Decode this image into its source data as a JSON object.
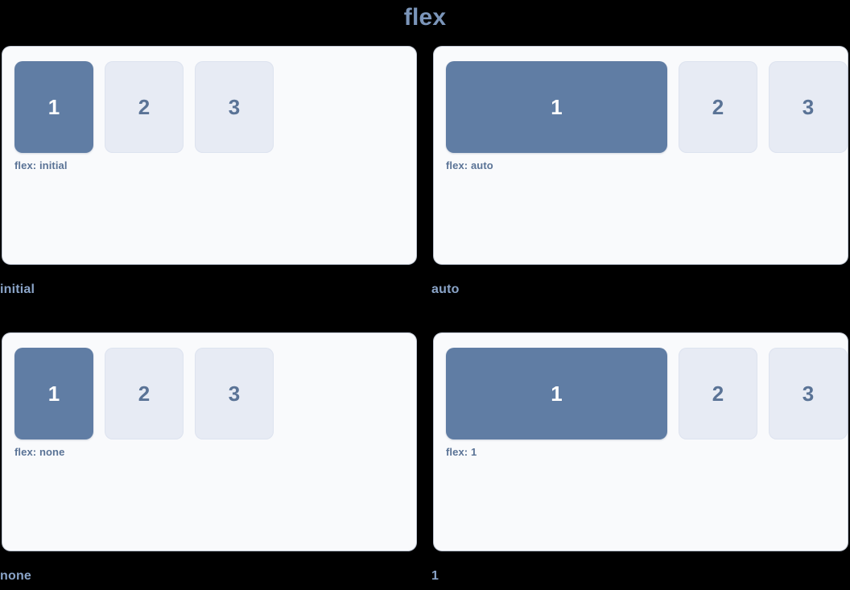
{
  "header": {
    "title": "flex",
    "title_color": "#7b95b9"
  },
  "theme": {
    "page_background": "#000000",
    "panel_background": "#f9fafc",
    "panel_border": "#dde3ef",
    "accent_box_fill": "#607da4",
    "accent_box_text": "#ffffff",
    "plain_box_fill": "#e7ebf4",
    "plain_box_text": "#5a7396",
    "inner_label_color": "#5a7396",
    "caption_color": "#8aa4c8"
  },
  "box_labels": {
    "one": "1",
    "two": "2",
    "three": "3"
  },
  "demos": [
    {
      "variant": "initial",
      "inner_label": "flex: initial",
      "caption": "initial",
      "boxes": [
        {
          "label": "1",
          "style": "accent",
          "flex": "initial"
        },
        {
          "label": "2",
          "style": "plain",
          "flex": "0 0 auto"
        },
        {
          "label": "3",
          "style": "plain",
          "flex": "0 0 auto"
        }
      ]
    },
    {
      "variant": "auto",
      "inner_label": "flex: auto",
      "caption": "auto",
      "boxes": [
        {
          "label": "1",
          "style": "accent",
          "flex": "auto"
        },
        {
          "label": "2",
          "style": "plain",
          "flex": "0 0 auto"
        },
        {
          "label": "3",
          "style": "plain",
          "flex": "0 0 auto"
        }
      ]
    },
    {
      "variant": "none",
      "inner_label": "flex: none",
      "caption": "none",
      "boxes": [
        {
          "label": "1",
          "style": "accent",
          "flex": "none"
        },
        {
          "label": "2",
          "style": "plain",
          "flex": "0 0 auto"
        },
        {
          "label": "3",
          "style": "plain",
          "flex": "0 0 auto"
        }
      ]
    },
    {
      "variant": "1",
      "inner_label": "flex: 1",
      "caption": "1",
      "boxes": [
        {
          "label": "1",
          "style": "accent",
          "flex": "1"
        },
        {
          "label": "2",
          "style": "plain",
          "flex": "0 0 auto"
        },
        {
          "label": "3",
          "style": "plain",
          "flex": "0 0 auto"
        }
      ]
    }
  ]
}
